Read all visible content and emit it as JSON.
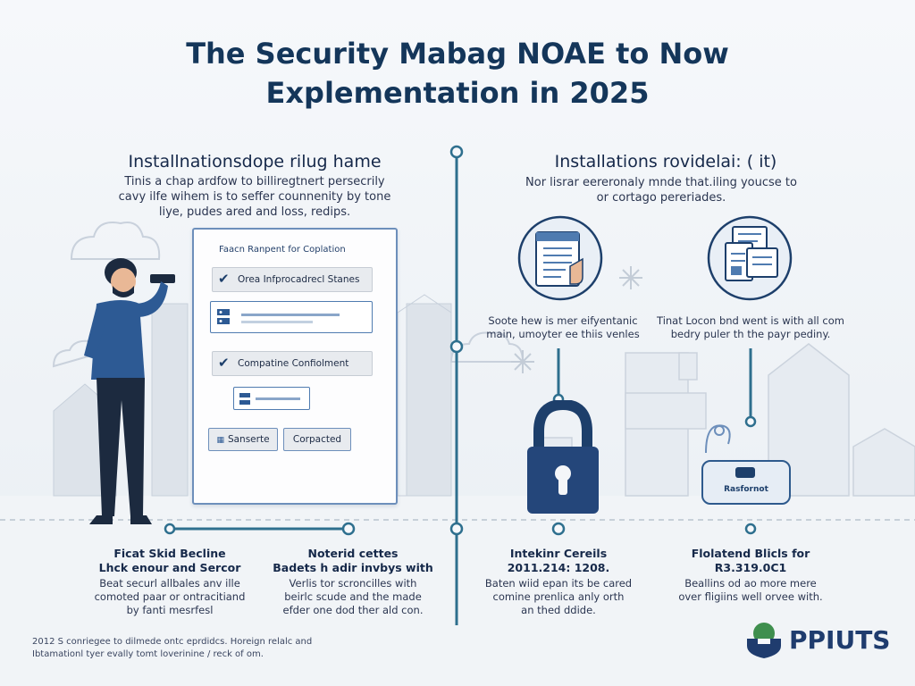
{
  "title_line1": "The Security Mabag NOAE to Now",
  "title_line2": "Explementation in 2025",
  "left": {
    "heading": "Installnationsdope rilug hame",
    "para": [
      "Tinis a chap ardfow to billiregtnert persecrily",
      "cavy ilfe wihem is to seffer counnenity by tone",
      "liye, pudes ared and loss, redips."
    ],
    "form": {
      "title": "Faacn Ranpent for Coplation",
      "row1": "Orea Infprocadrecl Stanes",
      "row2": "Compatine Confiolment",
      "button_left": "Sanserte",
      "button_right": "Corpacted"
    }
  },
  "right": {
    "heading": "Installations rovidelai: ( it)",
    "para": [
      "Nor lisrar eereronaly mnde that.iling youcse to",
      "or cortago pereriades."
    ],
    "caption_left": [
      "Soote hew is mer eifyentanic",
      "main, umoyter ee thiis venles"
    ],
    "caption_right": [
      "Tinat Locon bnd went is with all com",
      "bedry puler th the payr pediny."
    ],
    "device_label": "Rasfornot"
  },
  "bottom": [
    {
      "title": [
        "Ficat Skid Becline",
        "Lhck enour and Sercor"
      ],
      "body": [
        "Beat securl allbales anv ille",
        "comoted paar or ontracitiand",
        "by fanti mesrfesl"
      ]
    },
    {
      "title": [
        "Noterid cettes",
        "Badets h adir invbys with"
      ],
      "body": [
        "Verlis tor scroncilles with",
        "beirlc scude and the made",
        "efder one dod ther ald con."
      ]
    },
    {
      "title": [
        "Intekinr Cereils",
        "2011.214: 1208."
      ],
      "body": [
        "Baten wiid epan its be cared",
        "comine prenlica anly orth",
        "an thed ddide."
      ]
    },
    {
      "title": [
        "Flolatend Blicls for",
        "R3.319.0C1"
      ],
      "body": [
        "Beallins od ao more mere",
        "over fligiins well orvee with."
      ]
    }
  ],
  "footnote": [
    "2012 S conriegee to dilmede ontc eprdidcs. Horeign relalc and",
    "Ibtamationl tyer evally tomt loverinine / reck of om."
  ],
  "logo_text": "PPIUTS",
  "colors": {
    "navy": "#1d3f6b",
    "teal_line": "#2e6f8e",
    "accent": "#4f7bb0",
    "skyline": "#c9d3de"
  }
}
